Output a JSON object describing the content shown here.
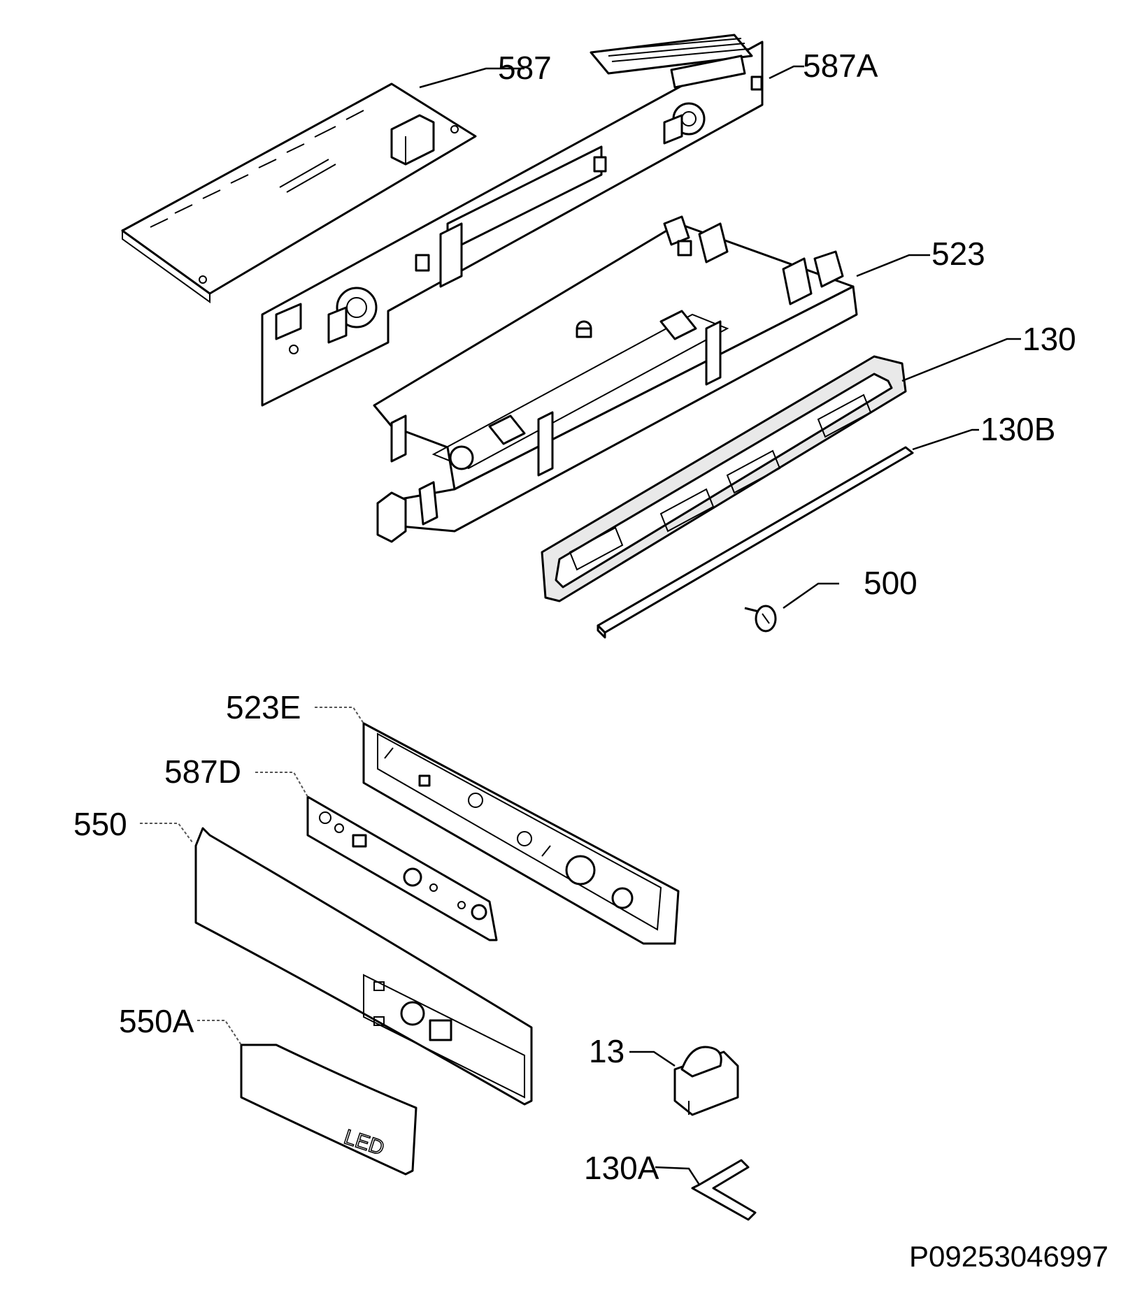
{
  "callouts": {
    "c587": "587",
    "c587A": "587A",
    "c523": "523",
    "c130": "130",
    "c130B": "130B",
    "c500": "500",
    "c523E": "523E",
    "c587D": "587D",
    "c550": "550",
    "c550A": "550A",
    "c13": "13",
    "c130A": "130A"
  },
  "part_marking": "LED",
  "drawing_code": "P09253046997"
}
